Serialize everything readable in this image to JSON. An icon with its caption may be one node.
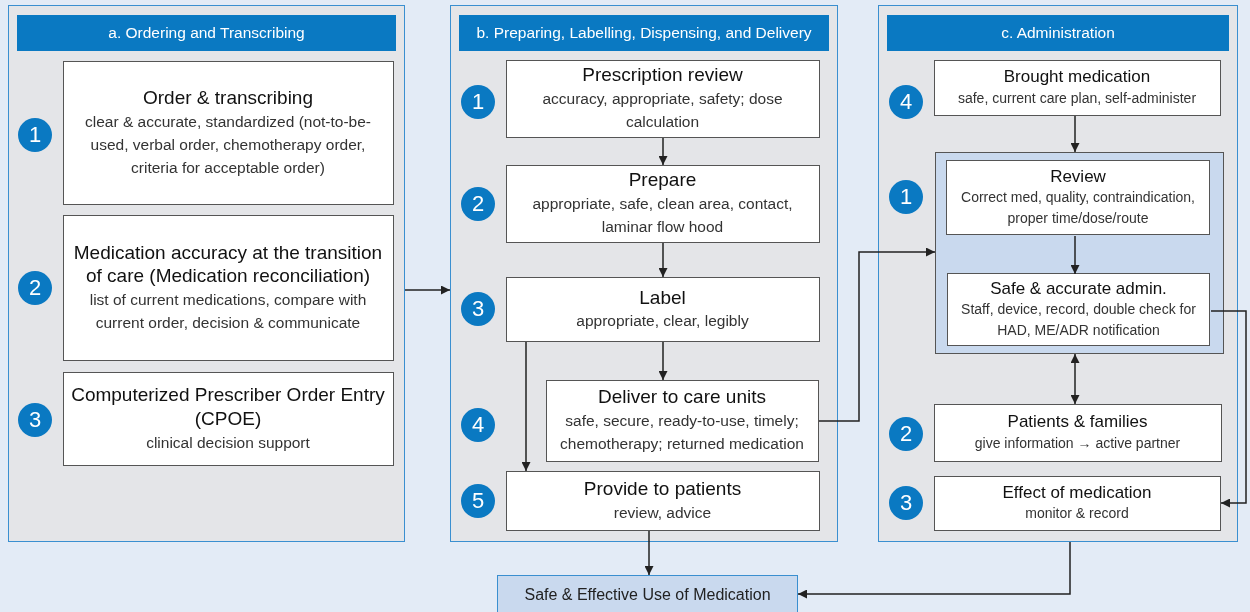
{
  "diagram": {
    "nodes": [
      {
        "text": [
          "a. Ordering and Transcribing"
        ]
      },
      {
        "text": [
          "Order & transcribing",
          "clear & accurate, standardized (not-to-be-used, verbal order, chemotherapy order, criteria for acceptable order)"
        ],
        "in": 0
      },
      {
        "text": [
          "Medication accuracy at the transition of care (Medication reconciliation)",
          "list of current medications, compare with current order, decision & communicate"
        ],
        "in": 0
      },
      {
        "text": [
          "Computerized Prescriber Order Entry (CPOE)",
          "clinical decision support"
        ],
        "in": 0
      },
      {
        "text": [
          "b. Preparing, Labelling, Dispensing, and Delivery"
        ]
      },
      {
        "text": [
          "Prescription review",
          "accuracy, appropriate, safety; dose calculation"
        ],
        "in": 4
      },
      {
        "text": [
          "Prepare",
          "appropriate, safe, clean area, contact, laminar flow hood"
        ],
        "in": 4
      },
      {
        "text": [
          "Label",
          "appropriate, clear, legibly"
        ],
        "in": 4
      },
      {
        "text": [
          "Deliver to care units",
          "safe, secure, ready-to-use, timely; chemotherapy; returned medication"
        ],
        "in": 4
      },
      {
        "text": [
          "Provide to patients",
          "review, advice"
        ],
        "in": 4
      },
      {
        "text": [
          "c. Administration"
        ]
      },
      {
        "text": [
          "Brought medication",
          "safe, current care plan, self-administer"
        ],
        "in": 10
      },
      {
        "text": [],
        "shape": "box",
        "in": 10
      },
      {
        "text": [
          "Review",
          "Correct med, quality, contraindication, proper time/dose/route"
        ],
        "in": 12
      },
      {
        "text": [
          "Safe & accurate admin.",
          "Staff, device, record, double check for HAD, ME/ADR notification"
        ],
        "in": 12
      },
      {
        "text": [
          "Patients & families",
          "give information → active partner"
        ],
        "in": 10
      },
      {
        "text": [
          "Effect of medication",
          "monitor & record"
        ],
        "in": 10
      },
      {
        "text": [
          "Safe & Effective Use of Medication"
        ]
      }
    ],
    "edges": [
      {
        "from": 0,
        "to": 4,
        "arrow": "to"
      },
      {
        "from": 5,
        "to": 6,
        "arrow": "to"
      },
      {
        "from": 6,
        "to": 7,
        "arrow": "to"
      },
      {
        "from": 7,
        "to": 8,
        "arrow": "to"
      },
      {
        "from": 7,
        "to": 9,
        "arrow": "to"
      },
      {
        "from": 8,
        "to": 12,
        "arrow": "to"
      },
      {
        "from": 11,
        "to": 12,
        "arrow": "to"
      },
      {
        "from": 13,
        "to": 14,
        "arrow": "to"
      },
      {
        "from": 12,
        "to": 15,
        "arrow": "both"
      },
      {
        "from": 14,
        "to": 16,
        "arrow": "to"
      },
      {
        "from": 9,
        "to": 17,
        "arrow": "to"
      },
      {
        "from": 10,
        "to": 17,
        "arrow": "to"
      }
    ],
    "labels": [
      "1",
      "2",
      "3",
      "1",
      "2",
      "3",
      "4",
      "5",
      "4",
      "1",
      "2",
      "3"
    ]
  }
}
